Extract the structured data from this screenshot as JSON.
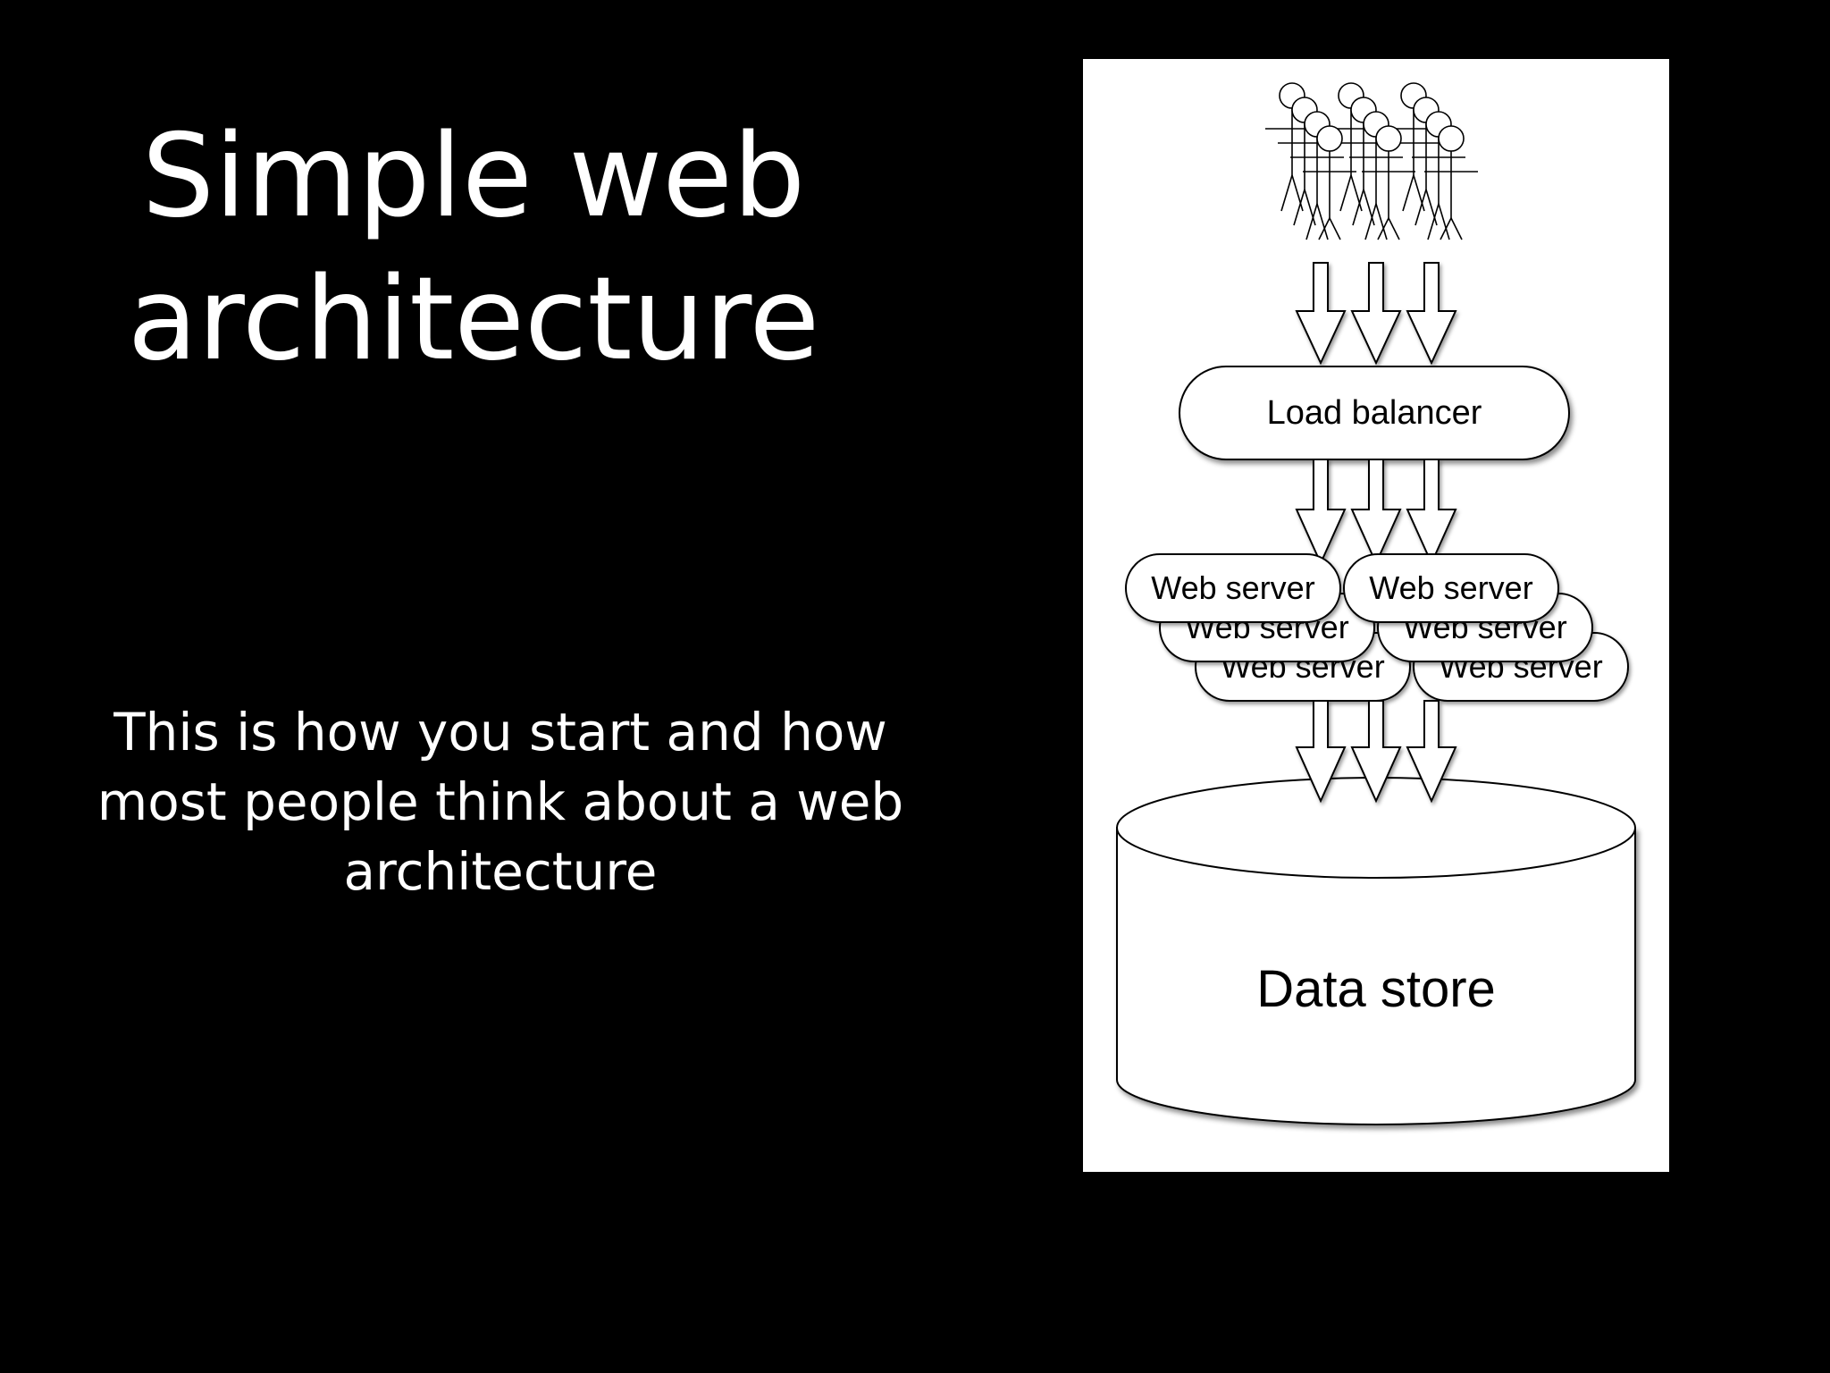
{
  "slide": {
    "title_lines": [
      "Simple web",
      "architecture"
    ],
    "subtitle_lines": [
      "This is how you start and how",
      "most people think about a web",
      "architecture"
    ]
  },
  "diagram": {
    "load_balancer_label": "Load balancer",
    "web_server_label": "Web server",
    "data_store_label": "Data store",
    "users_icon": "users-crowd-icon"
  }
}
